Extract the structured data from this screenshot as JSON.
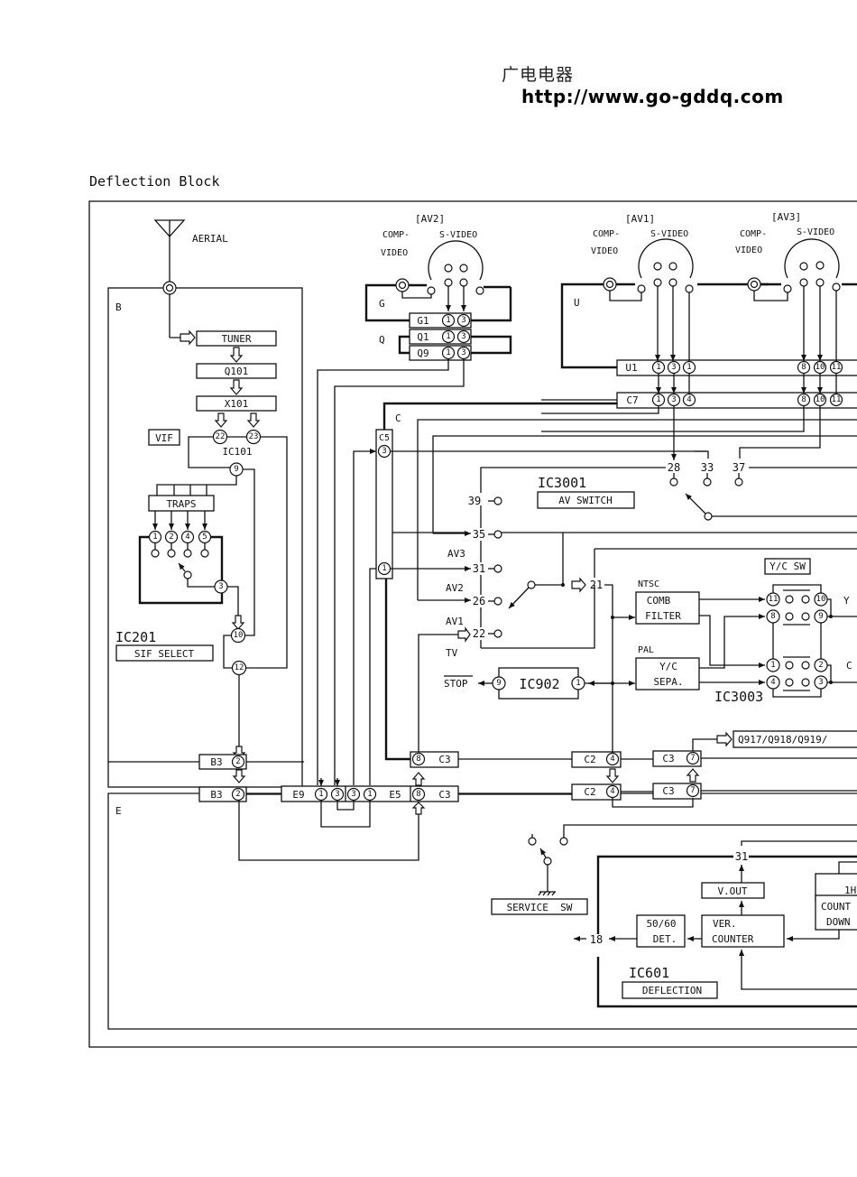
{
  "watermark": {
    "chinese": "广电电器",
    "url": "http://www.go-gddq.com"
  },
  "diagram": {
    "title": "Deflection Block",
    "aerial": {
      "label": "AERIAL",
      "icon": "antenna-icon"
    },
    "boards": {
      "B": "B",
      "C": "C",
      "E": "E",
      "G": "G",
      "Q": "Q",
      "U": "U"
    },
    "av_inputs": [
      {
        "id": "AV2",
        "label": "[AV2]",
        "comp": "COMP-",
        "video": "VIDEO",
        "svideo": "S-VIDEO"
      },
      {
        "id": "AV1",
        "label": "[AV1]",
        "comp": "COMP-",
        "video": "VIDEO",
        "svideo": "S-VIDEO"
      },
      {
        "id": "AV3",
        "label": "[AV3]",
        "comp": "COMP-",
        "video": "VIDEO",
        "svideo": "S-VIDEO"
      }
    ],
    "tuner_chain": [
      "TUNER",
      "Q101",
      "X101"
    ],
    "vif": {
      "label": "VIF",
      "ic": "IC101",
      "pins": [
        "22",
        "23",
        "9"
      ]
    },
    "traps": {
      "label": "TRAPS",
      "pins": [
        "1",
        "2",
        "4",
        "5"
      ],
      "common_pin": "3"
    },
    "ic201": {
      "name": "IC201",
      "function": "SIF SELECT",
      "pins": [
        "10",
        "12"
      ]
    },
    "connectors": {
      "G1": {
        "label": "G1",
        "pins": [
          "1",
          "3"
        ]
      },
      "Q1": {
        "label": "Q1",
        "pins": [
          "1",
          "3"
        ]
      },
      "Q9": {
        "label": "Q9",
        "pins": [
          "1",
          "3"
        ]
      },
      "U1": {
        "label": "U1",
        "pins": [
          "1",
          "3",
          "1",
          "8",
          "10",
          "11"
        ]
      },
      "C7": {
        "label": "C7",
        "pins": [
          "1",
          "3",
          "4",
          "8",
          "10",
          "11"
        ]
      },
      "C5": {
        "label": "C5",
        "pins": [
          "3",
          "1"
        ]
      },
      "B3_top": {
        "label": "B3",
        "pin": "2"
      },
      "B3_bot": {
        "label": "B3",
        "pin": "2"
      },
      "E9": {
        "label": "E9",
        "pins": [
          "1",
          "3"
        ]
      },
      "E5": {
        "label": "E5",
        "pins": [
          "3",
          "1"
        ]
      },
      "C3_left_top": {
        "label": "C3",
        "pin": "8"
      },
      "C3_left_bot": {
        "label": "C3",
        "pin": "8"
      },
      "C2_top": {
        "label": "C2",
        "pin": "4"
      },
      "C2_bot": {
        "label": "C2",
        "pin": "4"
      },
      "C3_right_top": {
        "label": "C3",
        "pin": "7"
      },
      "C3_right_bot": {
        "label": "C3",
        "pin": "7"
      }
    },
    "ic3001": {
      "name": "IC3001",
      "function": "AV SWITCH",
      "pins": {
        "p39": "39",
        "p35": "35",
        "p31": "31",
        "p26": "26",
        "p22": "22",
        "p21": "21",
        "p28": "28",
        "p33": "33",
        "p37": "37"
      },
      "inputs": {
        "av3": "AV3",
        "av2": "AV2",
        "av1": "AV1",
        "tv": "TV"
      }
    },
    "ic3003": {
      "name": "IC3003",
      "sw_label": "Y/C SW",
      "ntsc": "NTSC",
      "comb1": "COMB",
      "comb2": "FILTER",
      "pal": "PAL",
      "sepa1": "Y/C",
      "sepa2": "SEPA.",
      "pins": {
        "p11": "11",
        "p10": "10",
        "p8": "8",
        "p9": "9",
        "p1": "1",
        "p2": "2",
        "p4": "4",
        "p3": "3"
      },
      "out_y": "Y",
      "out_c": "C"
    },
    "ic902": {
      "name": "IC902",
      "pin_left": "9",
      "pin_right": "1",
      "stop": "STOP"
    },
    "q917": {
      "label": "Q917/Q918/Q919/"
    },
    "service_sw": {
      "label": "SERVICE  SW"
    },
    "ic601": {
      "name": "IC601",
      "function": "DEFLECTION",
      "vout": "V.OUT",
      "det1": "50/60",
      "det2": "DET.",
      "ver1": "VER.",
      "ver2": "COUNTER",
      "h1": "1H",
      "count1": "COUNT",
      "count2": "DOWN",
      "pin31": "31",
      "pin18": "18"
    }
  }
}
